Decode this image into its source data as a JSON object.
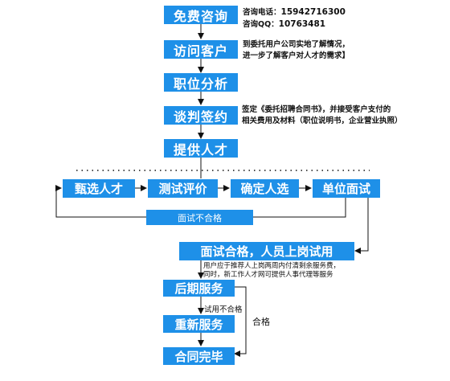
{
  "steps": {
    "consult": "免费咨询",
    "visit": "访问客户",
    "analysis": "职位分析",
    "negotiate": "谈判签约",
    "provide": "提供人才",
    "screen": "甄选人才",
    "test": "测试评价",
    "confirm": "确定人选",
    "interview": "单位面试",
    "fail_interview": "面试不合格",
    "pass": "面试合格，人员上岗试用",
    "followup": "后期服务",
    "reservice": "重新服务",
    "complete": "合同完毕"
  },
  "notes": {
    "phone_label": "咨询电话：",
    "phone": "15942716300",
    "qq_label": "咨询QQ：",
    "qq": "10763481",
    "visit_1": "到委托用户公司实地了解情况，",
    "visit_2": "进一步了解客户对人才的需求】",
    "sign_1": "签定《委托招聘合同书》，并接受客户支付的",
    "sign_2": "相关费用及材料（职位说明书，企业营业执照）",
    "trial_1": "用户应于推荐人上岗两周内付清剩余服务费，",
    "trial_2": "同时，新工作人才网可提供人事代理等服务"
  },
  "labels": {
    "trial_fail": "试用不合格",
    "qualified": "合格"
  },
  "colors": {
    "box": "#1e90e8",
    "line": "#111111"
  }
}
